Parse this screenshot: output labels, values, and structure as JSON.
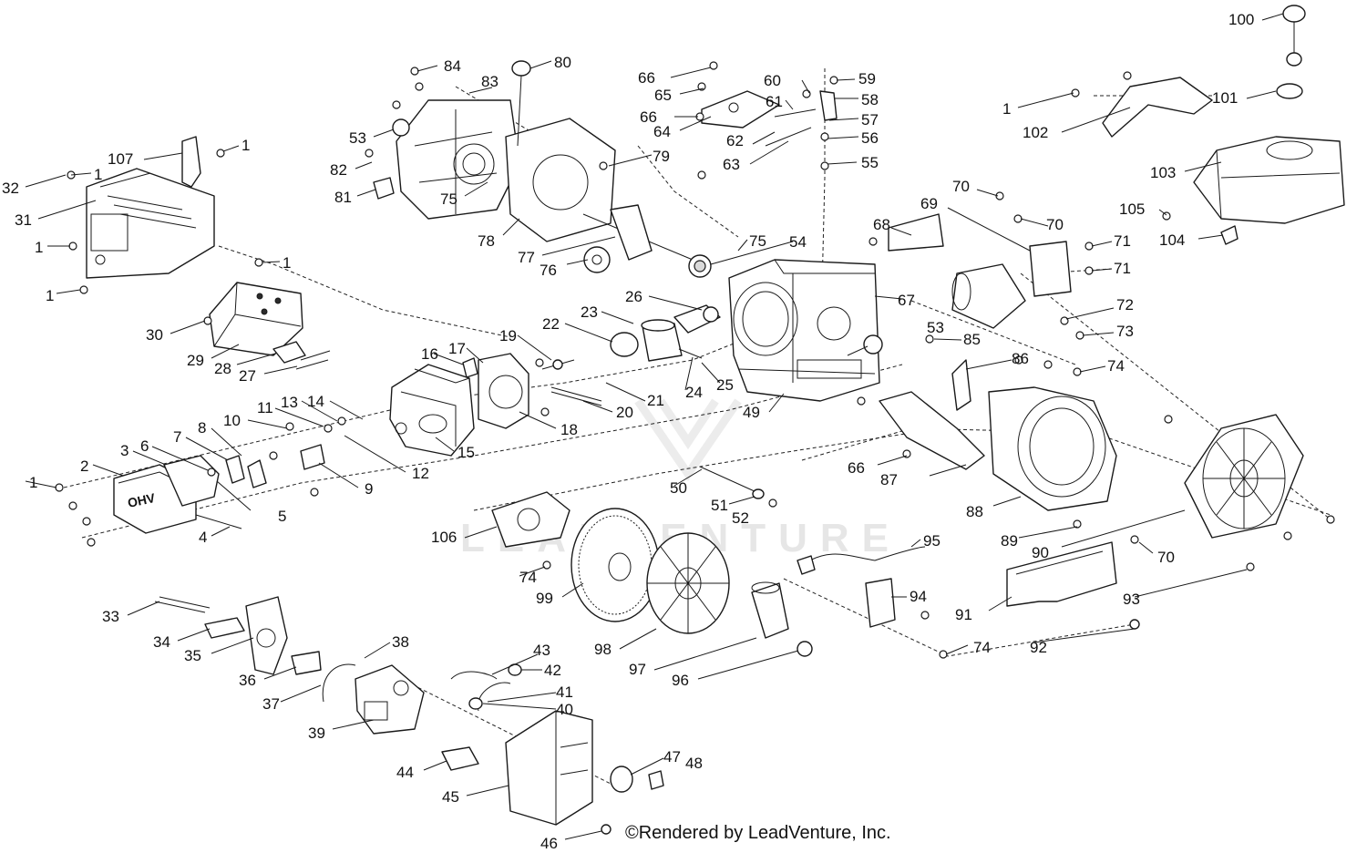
{
  "credit": "©Rendered by LeadVenture, Inc.",
  "watermark": "LEADVENTURE",
  "cover_marking": "OHV",
  "callouts": [
    "1",
    "2",
    "3",
    "4",
    "5",
    "6",
    "7",
    "8",
    "9",
    "10",
    "11",
    "12",
    "13",
    "14",
    "15",
    "16",
    "17",
    "18",
    "19",
    "20",
    "21",
    "22",
    "23",
    "24",
    "25",
    "26",
    "27",
    "28",
    "29",
    "30",
    "31",
    "32",
    "33",
    "34",
    "35",
    "36",
    "37",
    "38",
    "39",
    "40",
    "41",
    "42",
    "43",
    "44",
    "45",
    "46",
    "47",
    "48",
    "49",
    "50",
    "51",
    "52",
    "53",
    "54",
    "55",
    "56",
    "57",
    "58",
    "59",
    "60",
    "61",
    "62",
    "63",
    "64",
    "65",
    "66",
    "67",
    "68",
    "69",
    "70",
    "71",
    "72",
    "73",
    "74",
    "75",
    "76",
    "77",
    "78",
    "79",
    "80",
    "81",
    "82",
    "83",
    "84",
    "85",
    "86",
    "87",
    "88",
    "89",
    "90",
    "91",
    "92",
    "93",
    "94",
    "95",
    "96",
    "97",
    "98",
    "99",
    "100",
    "101",
    "102",
    "103",
    "104",
    "105",
    "106",
    "107"
  ]
}
